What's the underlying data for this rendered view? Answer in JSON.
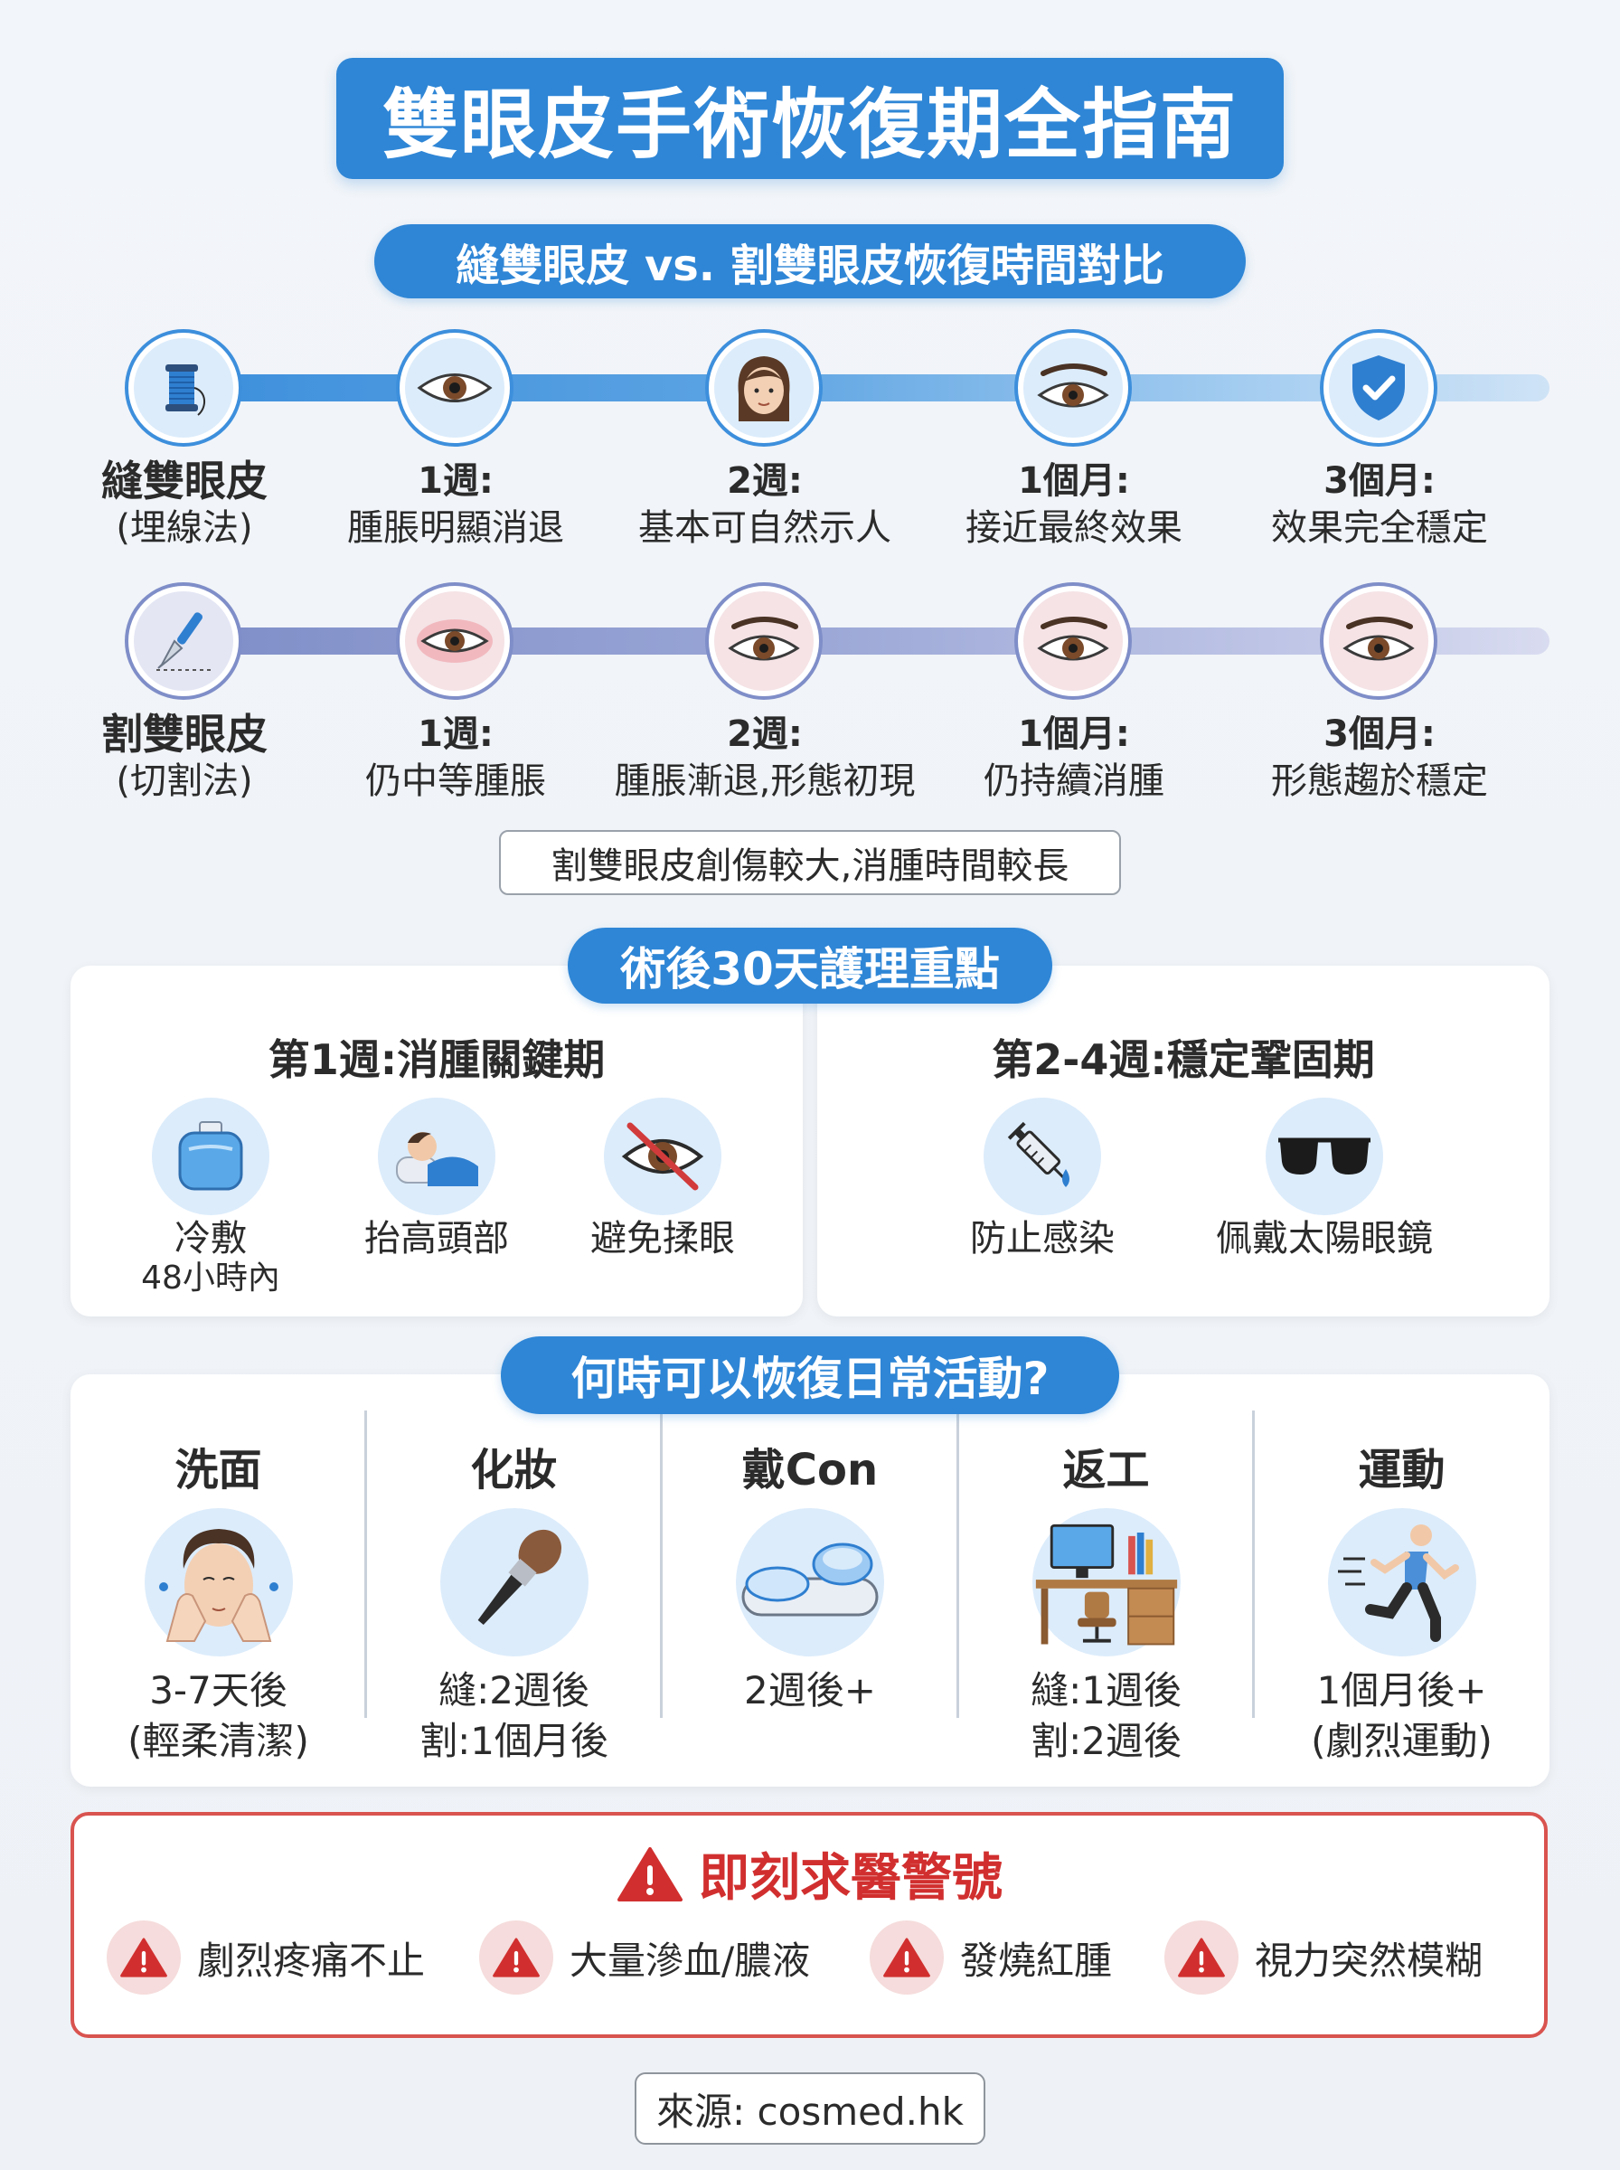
{
  "title": "雙眼皮手術恢復期全指南",
  "compare_title": "縫雙眼皮 vs. 割雙眼皮恢復時間對比",
  "suture": {
    "name": "縫雙眼皮",
    "method": "(埋線法)",
    "steps": [
      {
        "time": "1週:",
        "desc": "腫脹明顯消退"
      },
      {
        "time": "2週:",
        "desc": "基本可自然示人"
      },
      {
        "time": "1個月:",
        "desc": "接近最終效果"
      },
      {
        "time": "3個月:",
        "desc": "效果完全穩定"
      }
    ]
  },
  "incision": {
    "name": "割雙眼皮",
    "method": "(切割法)",
    "steps": [
      {
        "time": "1週:",
        "desc": "仍中等腫脹"
      },
      {
        "time": "2週:",
        "desc": "腫脹漸退,形態初現"
      },
      {
        "time": "1個月:",
        "desc": "仍持續消腫"
      },
      {
        "time": "3個月:",
        "desc": "形態趨於穩定"
      }
    ]
  },
  "compare_note": "割雙眼皮創傷較大,消腫時間較長",
  "care_title": "術後30天護理重點",
  "week1": {
    "title": "第1週:消腫關鍵期",
    "items": [
      {
        "label": "冷敷",
        "sub": "48小時內",
        "icon": "ice-pack-icon"
      },
      {
        "label": "抬高頭部",
        "sub": "",
        "icon": "pillow-sleep-icon"
      },
      {
        "label": "避免揉眼",
        "sub": "",
        "icon": "no-rub-eye-icon"
      }
    ]
  },
  "week24": {
    "title": "第2-4週:穩定鞏固期",
    "items": [
      {
        "label": "防止感染",
        "icon": "syringe-icon"
      },
      {
        "label": "佩戴太陽眼鏡",
        "icon": "sunglasses-icon"
      }
    ]
  },
  "activity_title": "何時可以恢復日常活動?",
  "activities": [
    {
      "name": "洗面",
      "line1": "3-7天後",
      "line2": "(輕柔清潔)",
      "icon": "face-wash-icon"
    },
    {
      "name": "化妝",
      "line1": "縫:2週後",
      "line2": "割:1個月後",
      "icon": "makeup-brush-icon"
    },
    {
      "name": "戴Con",
      "line1": "2週後+",
      "line2": "",
      "icon": "contact-lens-case-icon"
    },
    {
      "name": "返工",
      "line1": "縫:1週後",
      "line2": "割:2週後",
      "icon": "office-desk-icon"
    },
    {
      "name": "運動",
      "line1": "1個月後+",
      "line2": "(劇烈運動)",
      "icon": "running-icon"
    }
  ],
  "warning_title": "即刻求醫警號",
  "warnings": [
    "劇烈疼痛不止",
    "大量滲血/膿液",
    "發燒紅腫",
    "視力突然模糊"
  ],
  "source": "來源: cosmed.hk",
  "colors": {
    "primary": "#2f86d6",
    "danger": "#d12f2f",
    "purple": "#7f8ec8"
  }
}
